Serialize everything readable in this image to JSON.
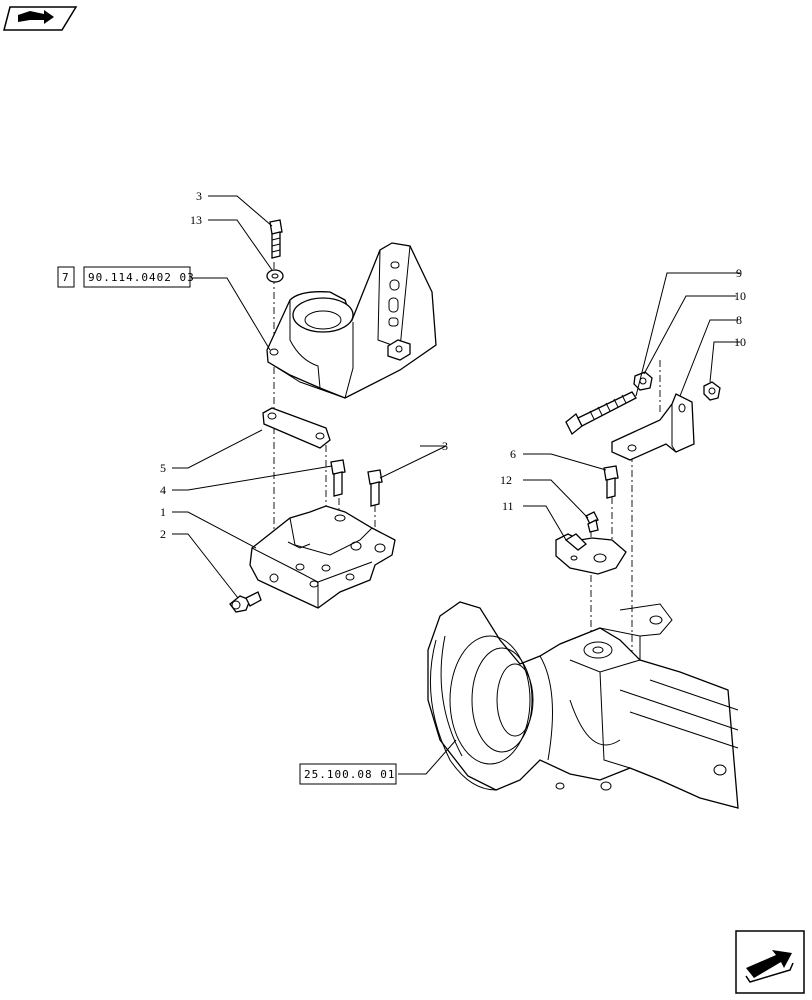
{
  "callouts": [
    {
      "id": "c3a",
      "text": "3"
    },
    {
      "id": "c13",
      "text": "13"
    },
    {
      "id": "c5",
      "text": "5"
    },
    {
      "id": "c4",
      "text": "4"
    },
    {
      "id": "c3b",
      "text": "3"
    },
    {
      "id": "c1",
      "text": "1"
    },
    {
      "id": "c2",
      "text": "2"
    },
    {
      "id": "c9",
      "text": "9"
    },
    {
      "id": "c10a",
      "text": "10"
    },
    {
      "id": "c8",
      "text": "8"
    },
    {
      "id": "c10b",
      "text": "10"
    },
    {
      "id": "c6",
      "text": "6"
    },
    {
      "id": "c12",
      "text": "12"
    },
    {
      "id": "c11",
      "text": "11"
    }
  ],
  "references": {
    "upper_index": "7",
    "upper_ref": "90.114.0402 03",
    "axle_ref": "25.100.08 01"
  },
  "icons": {
    "top_left": "previous-page-icon",
    "bottom_right": "next-page-icon"
  }
}
